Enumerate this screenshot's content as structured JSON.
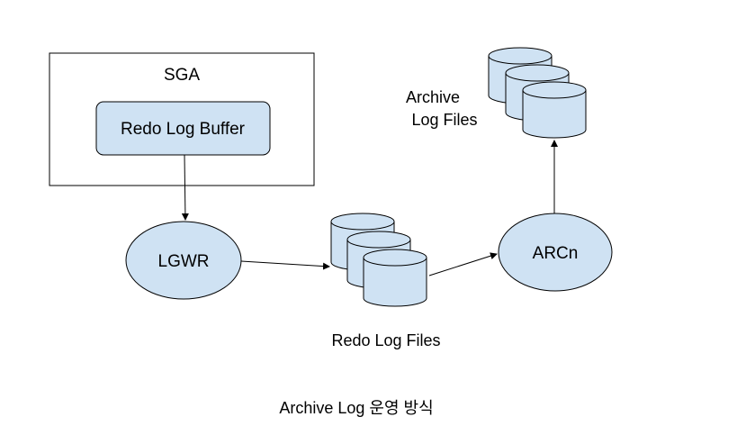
{
  "sga": {
    "label": "SGA"
  },
  "buffer": {
    "label": "Redo Log Buffer"
  },
  "lgwr": {
    "label": "LGWR"
  },
  "arcn": {
    "label": "ARCn"
  },
  "redo_files": {
    "label": "Redo Log Files"
  },
  "archive_files": {
    "label_line1": "Archive",
    "label_line2": "Log Files"
  },
  "caption": "Archive Log 운영 방식",
  "colors": {
    "node_fill": "#cfe2f3",
    "stroke": "#000000",
    "background": "#ffffff"
  }
}
